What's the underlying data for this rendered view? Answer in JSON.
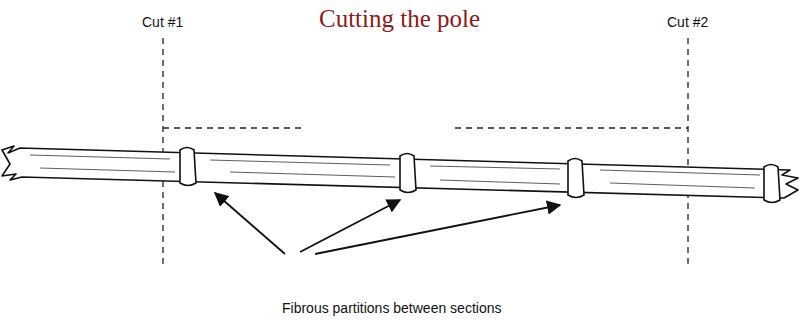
{
  "diagram": {
    "title": "Cutting the pole",
    "labels": [
      "Cut #1",
      "Cut #2",
      "Fibrous partitions between sections"
    ]
  }
}
